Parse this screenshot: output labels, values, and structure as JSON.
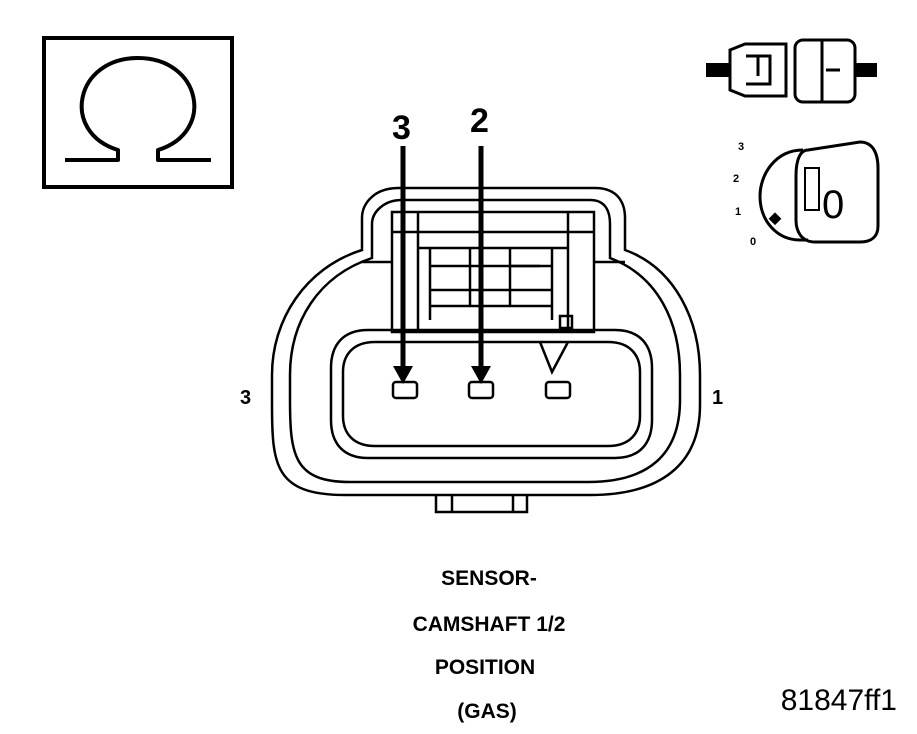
{
  "diagram": {
    "arrow_labels": [
      "3",
      "2"
    ],
    "side_labels": {
      "left": "3",
      "right": "1"
    },
    "caption_lines": [
      "SENSOR-",
      "CAMSHAFT 1/2",
      "POSITION",
      "(GAS)"
    ],
    "reference_code": "81847ff1",
    "ignition_positions": [
      "3",
      "2",
      "1",
      "0"
    ],
    "key_letter": "0",
    "icons": [
      "ohmmeter-icon",
      "connector-disconnected-icon",
      "ignition-key-icon"
    ]
  }
}
